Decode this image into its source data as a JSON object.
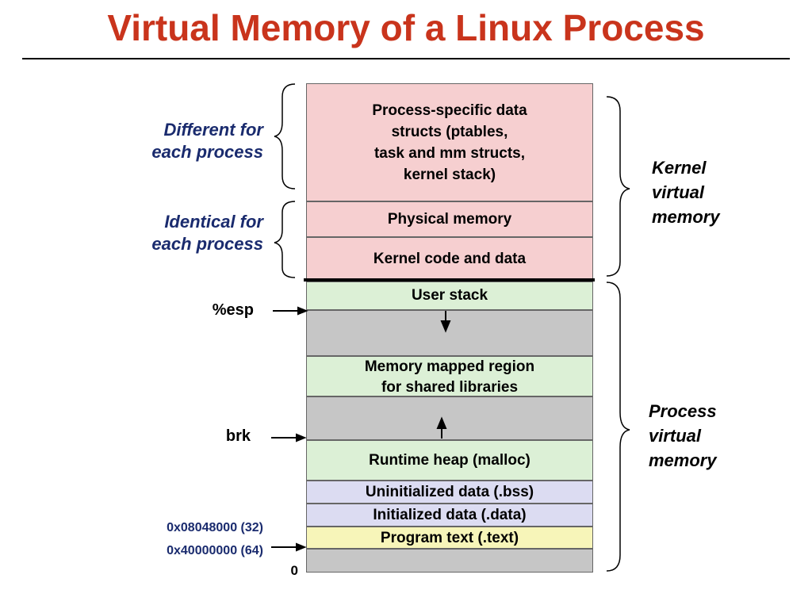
{
  "title": "Virtual Memory of a Linux Process",
  "blocks": {
    "process_specific": "Process-specific data\nstructs (ptables,\ntask and mm structs,\nkernel stack)",
    "physical_memory": "Physical memory",
    "kernel_code": "Kernel code and data",
    "user_stack": "User stack",
    "mmap_region": "Memory mapped region\nfor shared libraries",
    "runtime_heap": "Runtime heap (malloc)",
    "bss": "Uninitialized data (.bss)",
    "data": "Initialized data (.data)",
    "text": "Program text (.text)"
  },
  "left_labels": {
    "different": "Different for\neach process",
    "identical": "Identical for\neach process",
    "esp": "%esp",
    "brk": "brk",
    "addr32": "0x08048000 (32)",
    "addr64": "0x40000000 (64)",
    "zero": "0"
  },
  "right_labels": {
    "kernel": "Kernel\nvirtual\nmemory",
    "process": "Process\nvirtual\nmemory"
  },
  "colors": {
    "title": "#c9341c",
    "side_text": "#1a2b6e",
    "kernel_region": "#f6cfd0",
    "user_region": "#dcf0d6",
    "unused_region": "#c6c6c6",
    "data_region": "#dcdcf2",
    "text_region": "#f7f5b9"
  }
}
